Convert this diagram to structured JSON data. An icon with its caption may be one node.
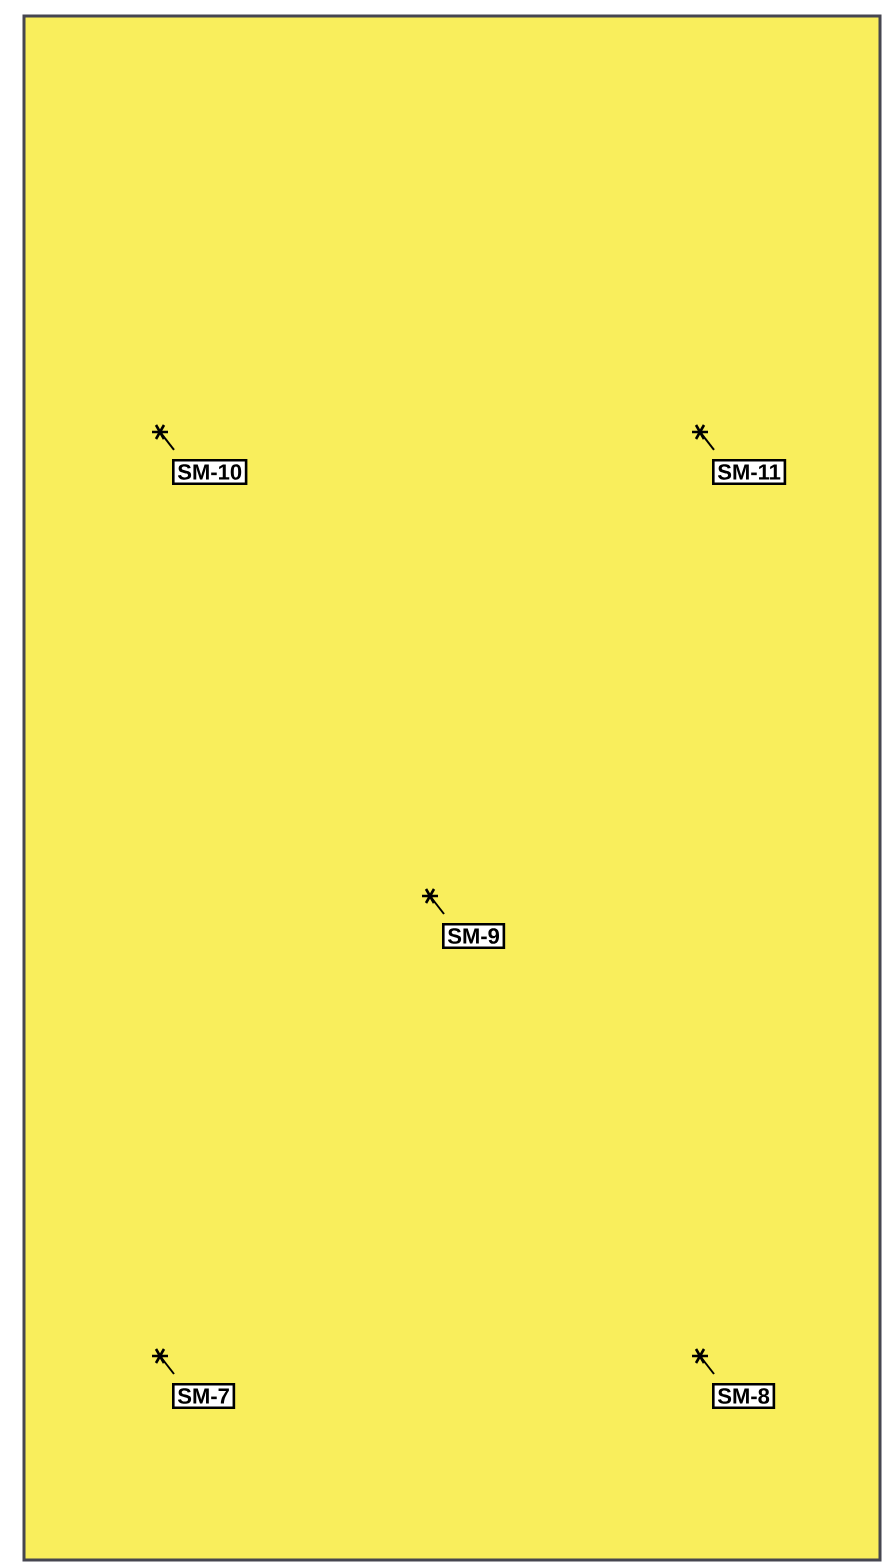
{
  "diagram": {
    "nodes": [
      {
        "text": [
          "SM-10"
        ]
      },
      {
        "text": [
          "SM-11"
        ]
      },
      {
        "text": [
          "SM-9"
        ]
      },
      {
        "text": [
          "SM-7"
        ]
      },
      {
        "text": [
          "SM-8"
        ]
      }
    ]
  }
}
